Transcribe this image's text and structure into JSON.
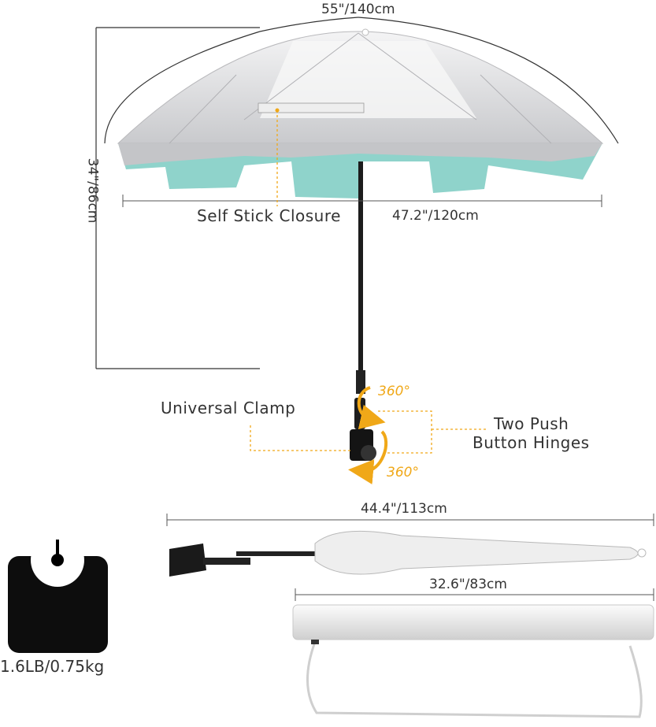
{
  "dimensions": {
    "canopy_arc": "55\"/140cm",
    "height": "34\"/86cm",
    "canopy_flat": "47.2\"/120cm",
    "folded_length": "44.4\"/113cm",
    "bag_length": "32.6\"/83cm",
    "weight": "1.6LB/0.75kg"
  },
  "callouts": {
    "closure": "Self Stick Closure",
    "clamp": "Universal Clamp",
    "hinges_line1": "Two Push",
    "hinges_line2": "Button Hinges",
    "rotation_top": "360°",
    "rotation_bottom": "360°"
  },
  "colors": {
    "accent": "#f0a818",
    "canopy_silver": "#d9dadc",
    "canopy_lining": "#8fd3cb",
    "text": "#333333",
    "line": "#555555"
  },
  "icons": [
    "weight-icon",
    "rotation-arrow-icon"
  ]
}
